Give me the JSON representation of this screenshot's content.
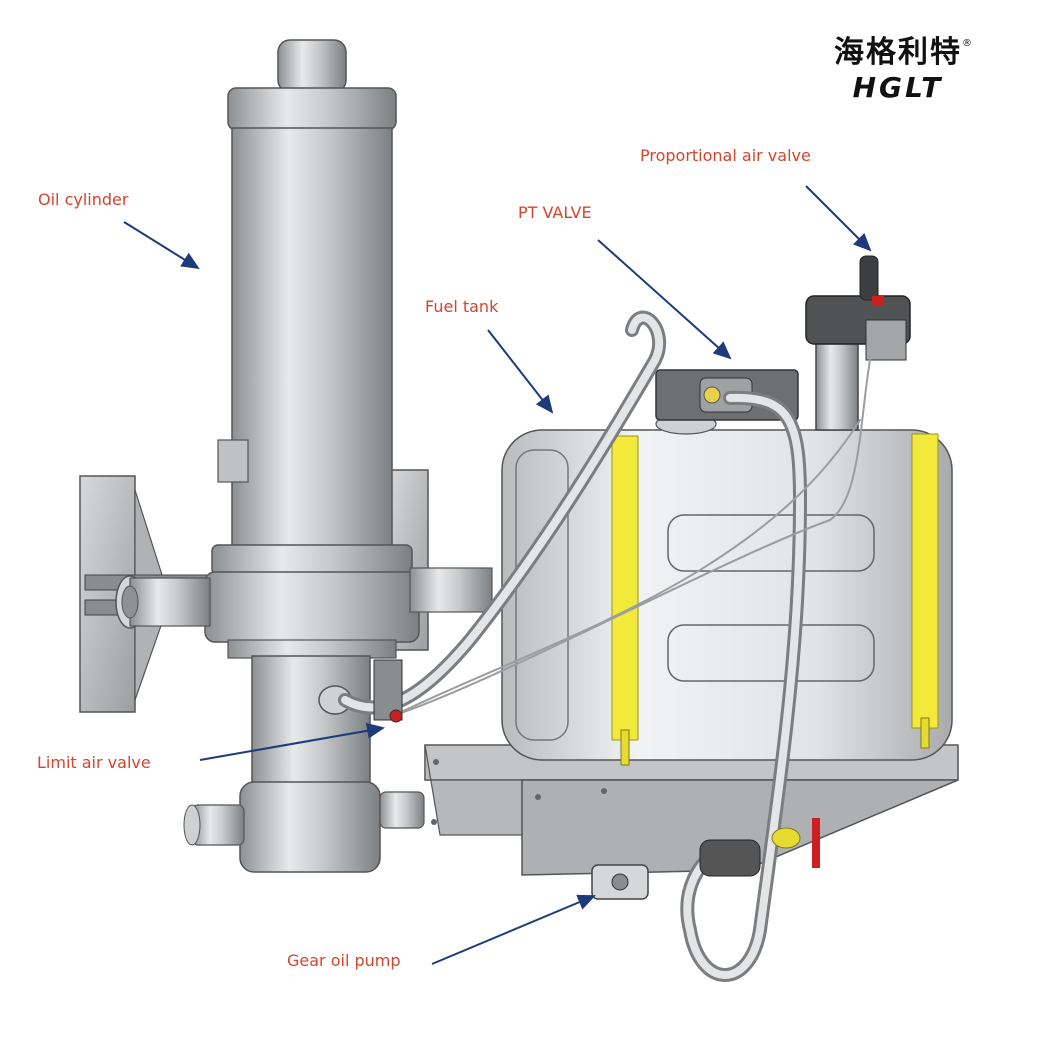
{
  "logo": {
    "chinese": "海格利特",
    "registered": "®",
    "english": "HGLT"
  },
  "labels": {
    "oil_cylinder": "Oil cylinder",
    "proportional_air_valve": "Proportional air valve",
    "pt_valve": "PT VALVE",
    "fuel_tank": "Fuel tank",
    "limit_air_valve": "Limit air valve",
    "gear_oil_pump": "Gear oil pump"
  },
  "colors": {
    "label_text": "#d2452f",
    "arrow": "#1d3a7a",
    "metal": "#c9cbcd",
    "strap": "#f2ea3a",
    "dark": "#3a3a3a",
    "red_valve": "#cc1f1f"
  }
}
